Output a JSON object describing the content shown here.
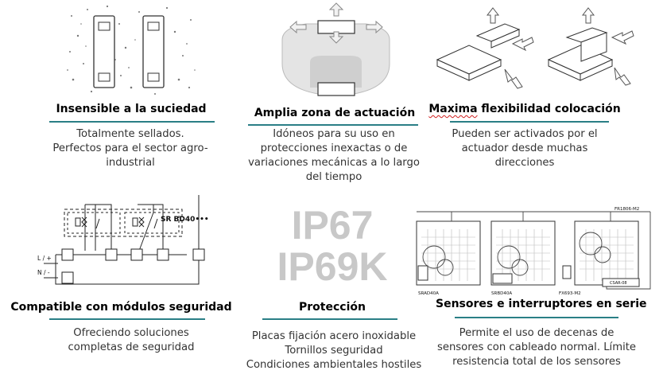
{
  "features": [
    {
      "title": "Insensible a la suciedad",
      "description": [
        "Totalmente sellados.",
        "Perfectos para el sector agro-",
        "industrial"
      ]
    },
    {
      "title": "Amplia zona de actuación",
      "description": [
        "Idóneos para su uso en",
        "protecciones inexactas o de",
        "variaciones mecánicas a lo largo",
        "del tiempo"
      ]
    },
    {
      "title": "Maxima flexibilidad colocación",
      "title_parts": [
        "Maxima",
        " flexibilidad colocación"
      ],
      "description": [
        "Pueden ser activados por  el",
        "actuador desde muchas",
        "direcciones"
      ]
    },
    {
      "title": "Compatible con módulos seguridad",
      "description": [
        "Ofreciendo soluciones",
        "completas de seguridad"
      ],
      "diagram": {
        "model": "SR BD40•••",
        "l_plus": "L / +",
        "n_minus": "N / -"
      }
    },
    {
      "title": "Protección",
      "ratings": [
        "IP67",
        "IP69K"
      ],
      "description": [
        "Placas fijación acero inoxidable",
        "Tornillos seguridad",
        "Condiciones ambientales hostiles"
      ]
    },
    {
      "title": "Sensores e interruptores en serie",
      "description": [
        "Permite el uso de decenas de",
        "sensores con cableado normal. Límite",
        "resistencia total de los sensores"
      ],
      "diagram": {
        "labels": [
          "SRAD40A",
          "SRBD40A",
          "FX693-M2",
          "FR1806-M2",
          "CSAR-08"
        ]
      }
    }
  ]
}
